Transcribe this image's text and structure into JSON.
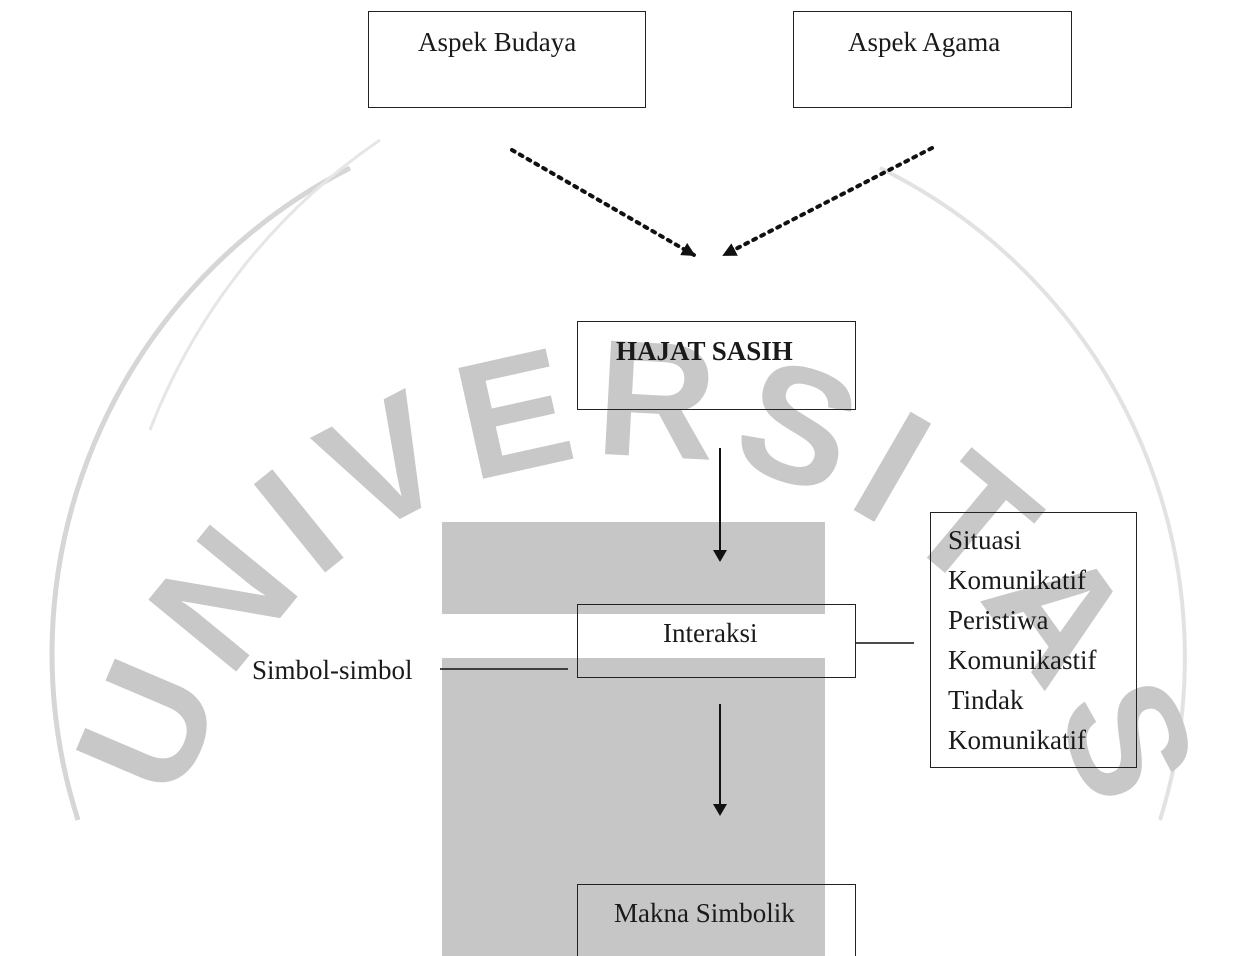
{
  "diagram": {
    "nodes": {
      "aspek_budaya": "Aspek Budaya",
      "aspek_agama": "Aspek Agama",
      "hajat_sasih": "HAJAT SASIH",
      "interaksi": "Interaksi",
      "makna_simbolik": "Makna Simbolik"
    },
    "side_label": "Simbol-simbol",
    "komunikasi_items": [
      "Situasi",
      "Komunikatif",
      "Peristiwa",
      "Komunikastif",
      "Tindak",
      "Komunikatif"
    ],
    "edges": [
      {
        "from": "aspek_budaya",
        "to": "hajat_sasih",
        "style": "dotted-arrow"
      },
      {
        "from": "aspek_agama",
        "to": "hajat_sasih",
        "style": "dotted-arrow"
      },
      {
        "from": "hajat_sasih",
        "to": "interaksi",
        "style": "solid-arrow"
      },
      {
        "from": "interaksi",
        "to": "makna_simbolik",
        "style": "solid-arrow"
      },
      {
        "from": "side_label",
        "to": "interaksi",
        "style": "line"
      },
      {
        "from": "interaksi",
        "to": "komunikasi_items",
        "style": "line"
      }
    ]
  },
  "watermark": {
    "text": "UNIVERSITAS ISLAM",
    "color": "#c8c8c8"
  }
}
